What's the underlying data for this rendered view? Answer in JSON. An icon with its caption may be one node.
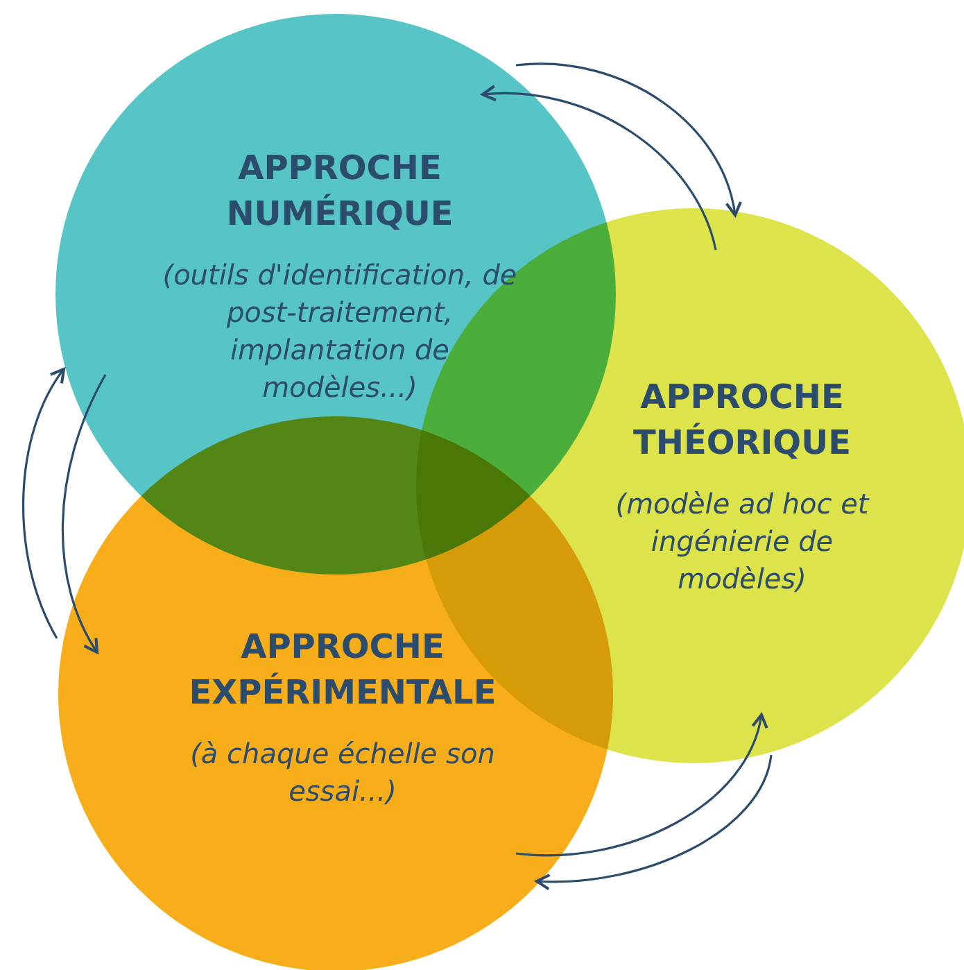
{
  "diagram": {
    "nodes": [
      {
        "text": [
          "APPROCHE NUMÉRIQUE",
          "(outils d'identification, de post-traitement, implantation de modèles...)"
        ]
      },
      {
        "text": [
          "APPROCHE THÉORIQUE",
          "(modèle ad hoc et ingénierie de modèles)"
        ]
      },
      {
        "text": [
          "APPROCHE EXPÉRIMENTALE",
          "(à chaque échelle son essai...)"
        ]
      }
    ],
    "edges": [
      {
        "from": 0,
        "to": 1,
        "arrow": "to"
      },
      {
        "from": 1,
        "to": 0,
        "arrow": "to"
      },
      {
        "from": 0,
        "to": 2,
        "arrow": "to"
      },
      {
        "from": 2,
        "to": 0,
        "arrow": "to"
      },
      {
        "from": 2,
        "to": 1,
        "arrow": "to"
      },
      {
        "from": 1,
        "to": 2,
        "arrow": "to"
      }
    ]
  }
}
